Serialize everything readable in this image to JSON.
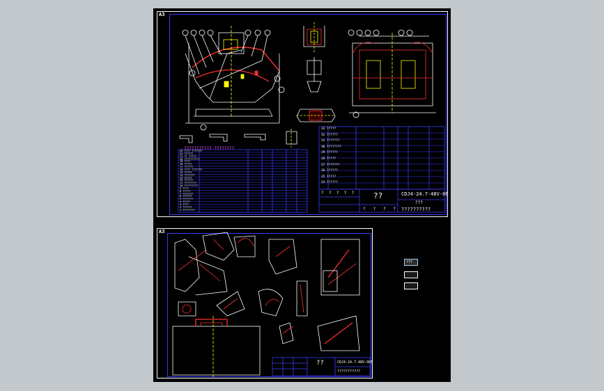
{
  "canvas": {
    "background_color": "#c3c8cc",
    "paper_color": "#000000"
  },
  "sheet1": {
    "size_label": "A3",
    "title_block": {
      "drawing_name": "??",
      "drawing_code": "CDJ4-24.7-48V-06",
      "material_note": "???",
      "company": "??????????",
      "cells_row1": [
        "?",
        "?",
        "?",
        "?",
        "?"
      ],
      "cells_row2": [
        "?",
        "?",
        "?",
        "?"
      ]
    },
    "parts_list_header": "??????????? ????????",
    "parts_list_rows": [
      "23 ???? ???????",
      "22 ??????",
      "21 ?? ?????",
      "20 ??????????",
      "19 ????",
      "18 ?????",
      "17 ??????",
      "16 ???? ???????",
      "15 ?????",
      "14 ???????",
      "13 ?????",
      "12 ??????",
      "11 ????????",
      "10 ?????????",
      "9 ????",
      "8 ?????",
      "7 ???????",
      "6 ??????",
      "5 ???????",
      "4 ?????",
      "3 ????",
      "2 ??????",
      "1 ????????"
    ],
    "right_list_rows": [
      "33 ?????",
      "32 ??????",
      "31 ???????",
      "30 ????????",
      "29 ??????",
      "28 ?????",
      "27 ???????",
      "26 ??????",
      "25 ?????",
      "24 ??????"
    ]
  },
  "sheet2": {
    "size_label": "A3",
    "title_block": {
      "drawing_name": "??",
      "drawing_code": "CDJ4-24.7-48V-06T",
      "company": "???????????"
    }
  },
  "layout_tabs": [
    {
      "label": "???",
      "active": true
    },
    {
      "label": "",
      "active": false
    },
    {
      "label": "",
      "active": false
    }
  ]
}
